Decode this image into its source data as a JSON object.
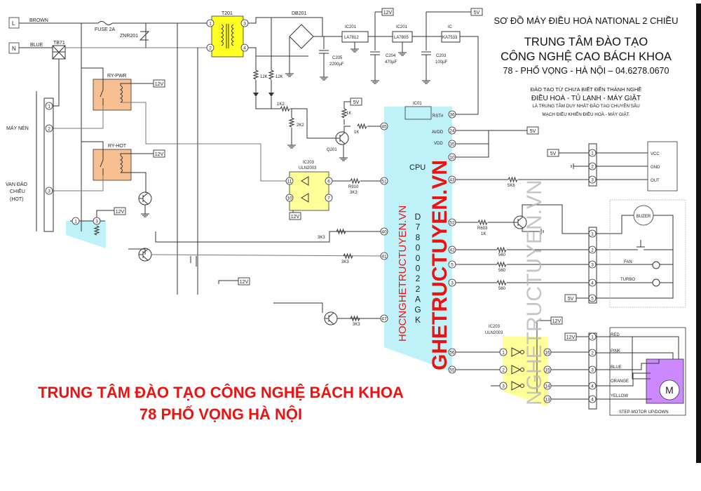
{
  "title": {
    "line1": "SƠ ĐỒ MÁY ĐIỀU HOÀ NATIONAL 2 CHIỀU",
    "line2": "TRUNG TÂM ĐÀO TẠO",
    "line3": "CÔNG NGHỆ CAO BÁCH KHOA",
    "line4": "78 - PHỐ VỌNG - HÀ NỘI – 04.6278.0670",
    "line5": "ĐÀO TẠO TỪ CHƯA BIẾT ĐẾN THÀNH NGHỀ",
    "line6": "ĐIỀU HOÀ - TỦ LẠNH - MÁY GIẶT",
    "line7": "LÀ TRUNG TÂM DUY NHẤT ĐÀO TẠO CHUYÊN SÂU",
    "line8": "MẠCH ĐIỀU KHIỂN ĐIỀU HOÀ - MÁY GIẶT."
  },
  "banner": {
    "line1": "TRUNG TÂM ĐÀO TẠO CÔNG NGHỆ BÁCH KHOA",
    "line2": "78 PHỐ VỌNG HÀ NỘI"
  },
  "watermarks": {
    "small": "HOCNGHETRUCTUYEN.VN",
    "big": "GHETRUCTUYEN.VN",
    "grey": "NGHETRUCTUYEN.VN"
  },
  "power": {
    "L": "L",
    "N": "N",
    "brown": "BROWN",
    "blue": "BLUE",
    "tb71": "TB71",
    "fuse": "FUSE 2A",
    "znr": "ZNR201",
    "t201": "T201",
    "db201": "DB201",
    "c205": "C205",
    "c205v": "2200µF",
    "ic201a": "IC201",
    "la7812": "LA7812",
    "ic201b": "IC201",
    "la7805": "LA7805",
    "ic": "IC",
    "ka7533": "KA7533",
    "c204": "C204",
    "c204v": "470µF",
    "c203": "C203",
    "c203v": "100µF",
    "r12ka": "12K",
    "r12kb": "12K",
    "r1k2": "1K2",
    "r2k2": "2K2",
    "r1k": "1K",
    "r1kb": "1K",
    "q201": "Q201"
  },
  "relays": {
    "pwr": "RY-PWR",
    "hot": "RY-HOT"
  },
  "left_labels": {
    "compressor": "MÁY NÉN",
    "valve1": "VAN ĐẢO",
    "valve2": "CHIỀU",
    "valve3": "(HOT)"
  },
  "uln_top": {
    "name": "IC203",
    "part": "ULN2003"
  },
  "uln_bottom": {
    "name": "IC203",
    "part": "ULN2003"
  },
  "resistors": {
    "r910": "R910",
    "r910v": "3K3",
    "r40": "3K3",
    "r41": "3K3",
    "r47": "3K3",
    "r5k6": "5K6",
    "r603": "R603",
    "r603v": "1K",
    "r42": "560",
    "r5": "560",
    "r3": "560"
  },
  "cpu": {
    "ic": "IC01",
    "label": "CPU",
    "part": [
      "D",
      "7",
      "8",
      "0",
      "0",
      "0",
      "2",
      "2",
      "A",
      "G",
      "K"
    ],
    "rst": "RST#",
    "avdd": "AVDD",
    "vdd": "VDD"
  },
  "sensor": {
    "vcc": "VCC",
    "gnd": "GND",
    "out": "OUT"
  },
  "panel": {
    "buzer": "BUZER",
    "fan": "FAN",
    "turbo": "TURBO"
  },
  "motor": {
    "wires": [
      "RED",
      "PINK",
      "BLUE",
      "ORANGE",
      "YELLOW"
    ],
    "m": "M",
    "caption": "STEP-MOTOR UP/DOWN"
  },
  "supply_tags": {
    "v12": "12V",
    "v5": "5V"
  },
  "pins": {
    "t201": [
      "1",
      "2",
      "3",
      "4"
    ],
    "cpu_left": [
      "45",
      "51",
      "40",
      "41",
      "47"
    ],
    "cpu_right": [
      "36",
      "24",
      "35",
      "10",
      "43",
      "52",
      "42",
      "5",
      "3",
      "56",
      "55"
    ],
    "left_conn": [
      "1",
      "2",
      "3"
    ],
    "small_conn": [
      "1",
      "3"
    ],
    "uln_top": [
      "11",
      "10",
      "6",
      "7"
    ],
    "sensor_conn": [
      "1",
      "2",
      "3"
    ],
    "panel_conn": [
      "1",
      "2",
      "3",
      "4",
      "5"
    ],
    "uln_bot_in": [
      "1",
      "2",
      "3"
    ],
    "uln_bot_out": [
      "16",
      "15",
      "14",
      "13"
    ],
    "motor_conn": [
      "1",
      "2",
      "3",
      "4",
      "4"
    ]
  },
  "colors": {
    "transformer": "#ffff22",
    "relay": "#f8c090",
    "cpu": "#bff2f8",
    "uln": "#ffff99",
    "motor": "#cc88ff",
    "watermark_red": "#ee1111",
    "watermark_grey": "#bbbbbb"
  }
}
